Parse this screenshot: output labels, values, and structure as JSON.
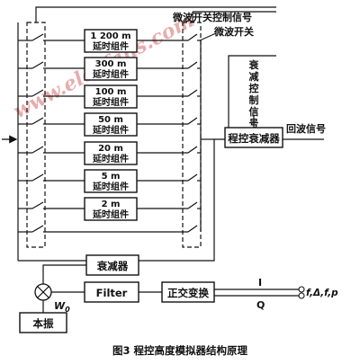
{
  "labels": {
    "top_signal": "微波开关控制信号",
    "microwave_switch": "微波开关",
    "atten_ctrl": "衰减控制信号",
    "echo": "回波信号",
    "prog_atten": "程控衰减器",
    "attenuator": "衰减器",
    "filter": "Filter",
    "quadrature": "正交变换",
    "local_osc": "本振",
    "w0": "W",
    "w0_sub": "0",
    "i_out": "I",
    "q_out": "Q",
    "outputs": "f,Δ,f,p",
    "caption": "图3   程控高度模拟器结构原理",
    "watermark": "www.elecfans.com"
  },
  "delay_units": [
    {
      "dist": "1 200 m",
      "name": "延时组件"
    },
    {
      "dist": "300 m",
      "name": "延时组件"
    },
    {
      "dist": "100 m",
      "name": "延时组件"
    },
    {
      "dist": "50 m",
      "name": "延时组件"
    },
    {
      "dist": "20 m",
      "name": "延时组件"
    },
    {
      "dist": "5 m",
      "name": "延时组件"
    },
    {
      "dist": "2 m",
      "name": "延时组件"
    }
  ],
  "colors": {
    "line": "#111111",
    "watermark": "#d46a6a"
  }
}
